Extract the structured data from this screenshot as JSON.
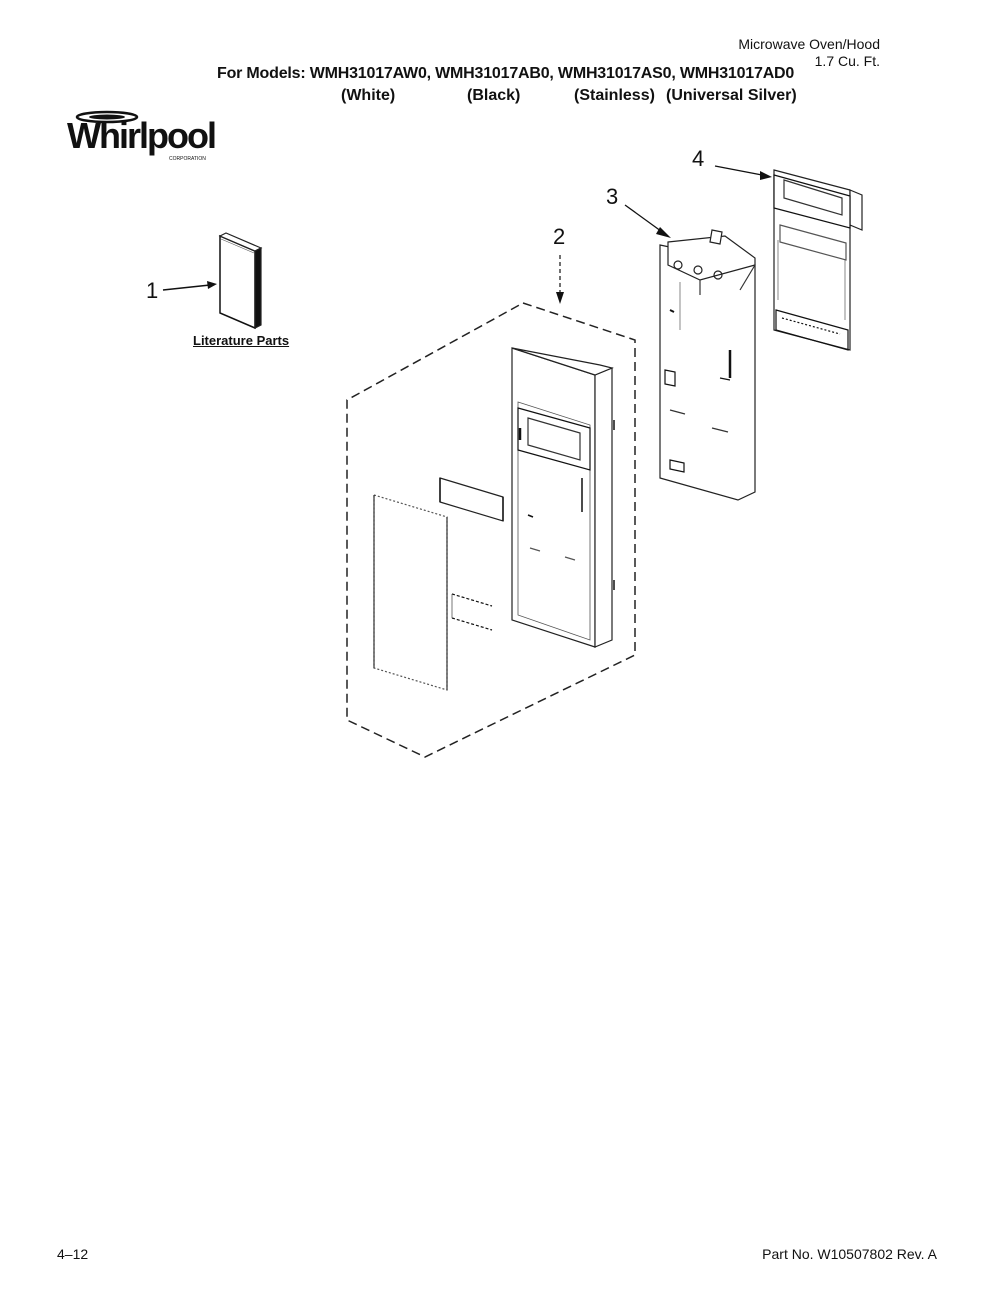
{
  "header": {
    "product_type": "Microwave Oven/Hood",
    "capacity": "1.7 Cu. Ft.",
    "models_line": "For Models: WMH31017AW0, WMH31017AB0, WMH31017AS0, WMH31017AD0",
    "colors": [
      "(White)",
      "(Black)",
      "(Stainless)",
      "(Universal Silver)"
    ]
  },
  "logo": {
    "brand": "Whirlpool",
    "sub": "CORPORATION"
  },
  "diagram": {
    "callouts": [
      "1",
      "2",
      "3",
      "4"
    ],
    "literature_label": "Literature Parts"
  },
  "footer": {
    "page_number": "4–12",
    "part_number": "Part No. W10507802 Rev. A"
  }
}
